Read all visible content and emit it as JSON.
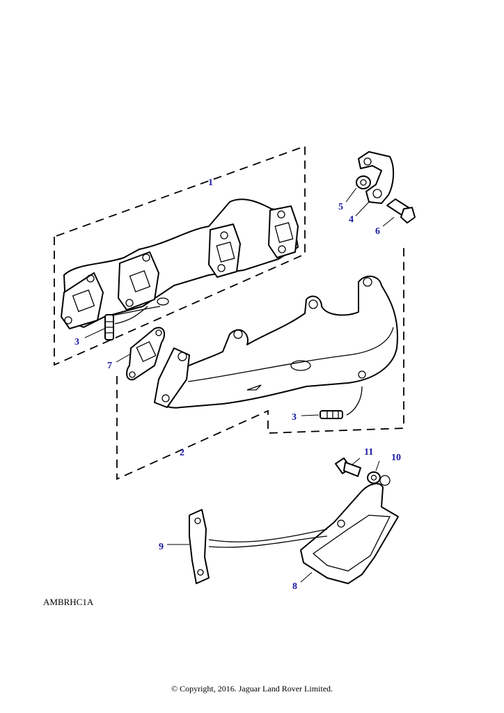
{
  "diagram": {
    "reference_code": "AMBRHC1A",
    "copyright": "© Copyright, 2016. Jaguar Land Rover Limited.",
    "accent_color": "#1a1aa6",
    "callouts": [
      {
        "id": "c1",
        "label": "1"
      },
      {
        "id": "c2",
        "label": "2"
      },
      {
        "id": "c3a",
        "label": "3"
      },
      {
        "id": "c3b",
        "label": "3"
      },
      {
        "id": "c4",
        "label": "4"
      },
      {
        "id": "c5",
        "label": "5"
      },
      {
        "id": "c6",
        "label": "6"
      },
      {
        "id": "c7",
        "label": "7"
      },
      {
        "id": "c8",
        "label": "8"
      },
      {
        "id": "c9",
        "label": "9"
      },
      {
        "id": "c10",
        "label": "10"
      },
      {
        "id": "c11",
        "label": "11"
      }
    ]
  }
}
